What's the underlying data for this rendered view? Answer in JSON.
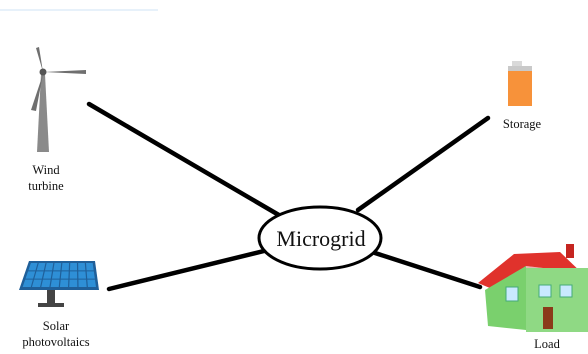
{
  "diagram": {
    "center": {
      "label": "Microgrid"
    },
    "nodes": [
      {
        "id": "wind",
        "label_lines": [
          "Wind",
          "turbine"
        ],
        "icon": "wind-turbine-icon"
      },
      {
        "id": "solar",
        "label_lines": [
          "Solar",
          "photovoltaics"
        ],
        "icon": "solar-panel-icon"
      },
      {
        "id": "storage",
        "label_lines": [
          "Storage"
        ],
        "icon": "battery-icon"
      },
      {
        "id": "load",
        "label_lines": [
          "Load"
        ],
        "icon": "house-icon"
      }
    ]
  },
  "colors": {
    "line": "#000000",
    "battery": "#f7923a",
    "battery_cap": "#d9d9d9",
    "solar_cell": "#2e8fd6",
    "solar_frame": "#1f5f99",
    "house_roof": "#e0322c",
    "house_wall": "#7ad06d",
    "house_window": "#c9e9ff",
    "turbine": "#7a7a7a"
  }
}
